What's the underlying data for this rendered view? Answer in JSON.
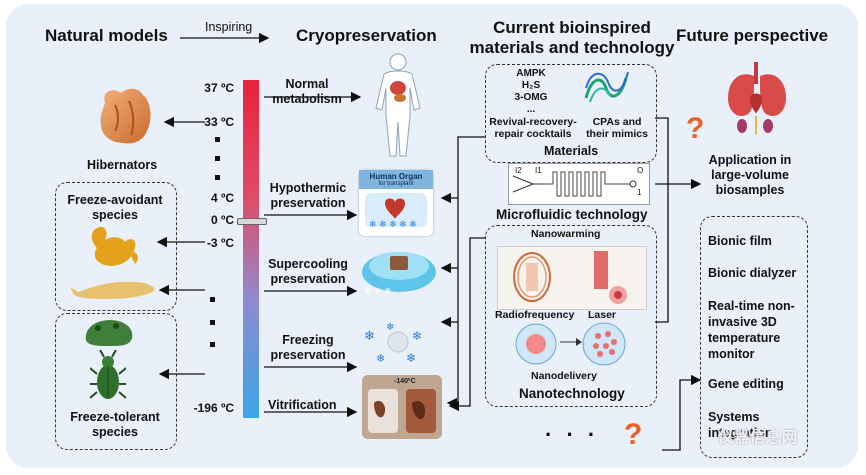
{
  "headers": {
    "natural_models": "Natural models",
    "inspiring": "Inspiring",
    "cryopreservation": "Cryopreservation",
    "current_line1": "Current bioinspired",
    "current_line2": "materials and technology",
    "future": "Future perspective"
  },
  "temperatures": [
    "37 ºC",
    "33 ºC",
    "4 ºC",
    "0 ºC",
    "-3 ºC",
    "-196 ºC"
  ],
  "natural": {
    "hibernators": "Hibernators",
    "freeze_avoidant": "Freeze-avoidant species",
    "freeze_tolerant": "Freeze-tolerant species"
  },
  "preservation": {
    "normal": "Normal metabolism",
    "hypothermic": "Hypothermic preservation",
    "supercooling": "Supercooling preservation",
    "freezing": "Freezing preservation",
    "vitrification": "Vitrification"
  },
  "organ_card": {
    "title": "Human Organ",
    "subtitle": "for transplant"
  },
  "vitrification_photo_label": "-140ºC",
  "materials": {
    "compounds": [
      "AMPK",
      "H₂S",
      "3-OMG",
      "..."
    ],
    "cocktails": "Revival-recovery-repair cocktails",
    "cpas": "CPAs and their mimics",
    "title": "Materials"
  },
  "microfluidic": {
    "label": "Microfluidic technology",
    "i1": "I1",
    "i2": "I2",
    "o": "O",
    "one": "1"
  },
  "nanotech": {
    "nanowarming": "Nanowarming",
    "radiofrequency": "Radiofrequency",
    "laser": "Laser",
    "nanodelivery": "Nanodelivery",
    "title": "Nanotechnology"
  },
  "future": {
    "application": "Application in large-volume biosamples",
    "items": [
      "Bionic film",
      "Bionic dialyzer",
      "Real-time non-invasive 3D temperature monitor",
      "Gene editing",
      "Systems integration"
    ]
  },
  "ellipsis_bottom": "· · ·",
  "watermark": "仪器信息网",
  "colors": {
    "background": "#eaf0f9",
    "gradient_hot": "#e8223a",
    "gradient_cold": "#3ba5e6",
    "question_mark": "#e8622a"
  }
}
